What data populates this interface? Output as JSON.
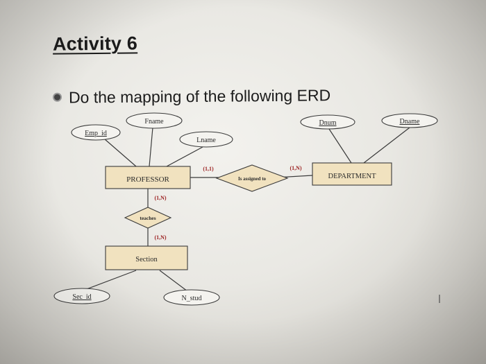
{
  "slide": {
    "title": "Activity 6",
    "bullet": "Do the mapping of the following ERD"
  },
  "erd": {
    "entities": {
      "professor": "PROFESSOR",
      "department": "DEPARTMENT",
      "section": "Section"
    },
    "relationships": {
      "assigned": "Is assigned to",
      "teaches": "teaches"
    },
    "attributes": {
      "emp_id": "Emp_id",
      "fname": "Fname",
      "lname": "Lname",
      "dnum": "Dnum",
      "dname": "Dname",
      "sec_id": "Sec_id",
      "n_stud": "N_stud"
    },
    "cardinalities": {
      "professor_assigned": "(1,1)",
      "department_assigned": "(1,N)",
      "professor_teaches": "(1,N)",
      "section_teaches": "(1,N)"
    }
  },
  "colors": {
    "entity_fill": "#f1e2bf",
    "relationship_fill": "#f1e2bf",
    "attribute_fill": "#f4f3ef",
    "cardinality_text": "#9b1f1f",
    "stroke": "#3a3a3a"
  }
}
